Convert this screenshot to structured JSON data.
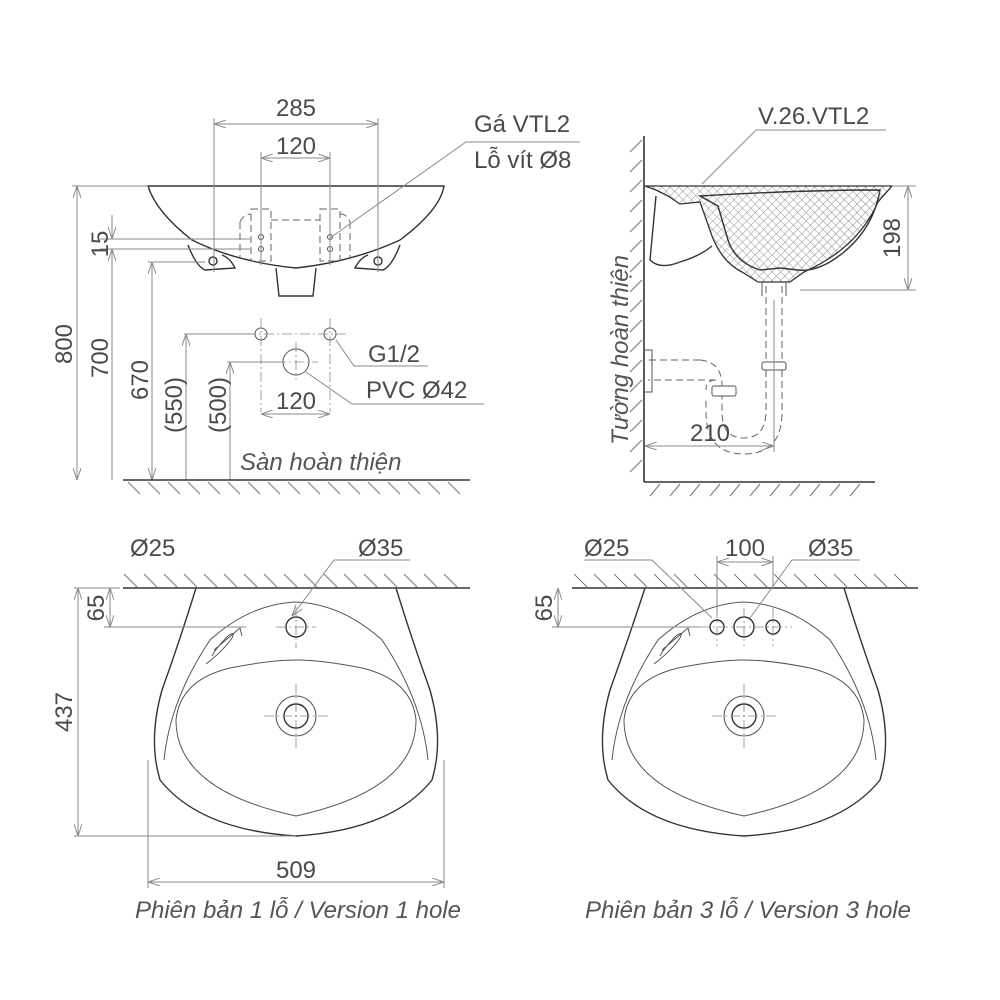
{
  "front_view": {
    "dim_285": "285",
    "dim_120_top": "120",
    "dim_15": "15",
    "dim_800": "800",
    "dim_700": "700",
    "dim_670": "670",
    "dim_550": "(550)",
    "dim_500": "(500)",
    "dim_120_bottom": "120",
    "callout_bracket": "Gá VTL2",
    "callout_screw": "Lỗ vít Ø8",
    "callout_g12": "G1/2",
    "callout_pvc": "PVC Ø42",
    "floor_label": "Sàn hoàn thiện"
  },
  "side_view": {
    "model_label": "V.26.VTL2",
    "dim_198": "198",
    "dim_210": "210",
    "wall_label": "Tường hoàn thiện"
  },
  "top_view_1_hole": {
    "label_d25": "Ø25",
    "label_d35": "Ø35",
    "dim_65": "65",
    "dim_437": "437",
    "dim_509": "509",
    "caption": "Phiên bản 1 lỗ / Version 1 hole"
  },
  "top_view_3_hole": {
    "label_d25": "Ø25",
    "label_100": "100",
    "label_d35": "Ø35",
    "dim_65": "65",
    "caption": "Phiên bản 3 lỗ / Version 3 hole"
  },
  "colors": {
    "text": "#4a4a4a",
    "line": "#333333",
    "dimension": "#8a8a8a"
  }
}
